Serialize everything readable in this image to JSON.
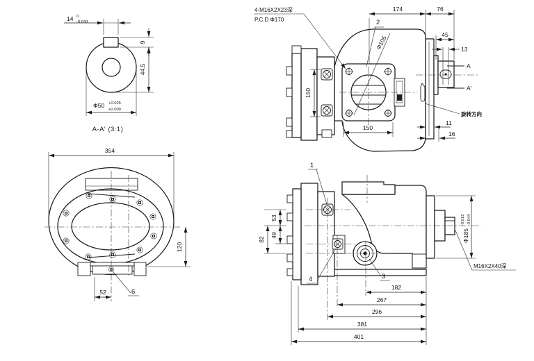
{
  "colors": {
    "background": "#ffffff",
    "line": "#1b1b1b",
    "text": "#141414"
  },
  "views": {
    "section_aa": {
      "title": "A-A′ (3:1)",
      "key_width": "14",
      "key_width_tol_upper": "0",
      "key_width_tol_lower": "-0.043",
      "key_height": "9",
      "shaft_flat": "44.5",
      "shaft_dia": "Φ50",
      "shaft_dia_tol_upper": "+0.025",
      "shaft_dia_tol_lower": "+0.009"
    },
    "front": {
      "thread_note": "4-M16X2X23深",
      "pcd_note": "P.C.D Φ170",
      "dim_174": "174",
      "dim_76": "76",
      "dim_45": "45",
      "dim_13": "13",
      "bore_dia": "Φ105",
      "dim_150_vertical": "150",
      "dim_150_horizontal": "150",
      "dim_11": "11",
      "dim_16": "16",
      "section_mark_a": "A",
      "section_mark_a_prime": "A′",
      "balloon_2": "2",
      "rotation_note": "旋转方向"
    },
    "rear": {
      "dim_354": "354",
      "dim_120": "120",
      "dim_52": "52",
      "balloon_6": "6"
    },
    "side": {
      "balloon_1": "1",
      "balloon_3": "3",
      "balloon_4": "4",
      "dim_53": "53",
      "dim_49": "49",
      "dim_82": "82",
      "dim_182": "182",
      "dim_267": "267",
      "dim_296": "296",
      "dim_381": "381",
      "dim_401": "401",
      "spigot_dia": "Φ185",
      "spigot_tol_upper": "-0.015",
      "spigot_tol_lower": "-0.044",
      "thread_note": "M16X2X40深"
    }
  }
}
